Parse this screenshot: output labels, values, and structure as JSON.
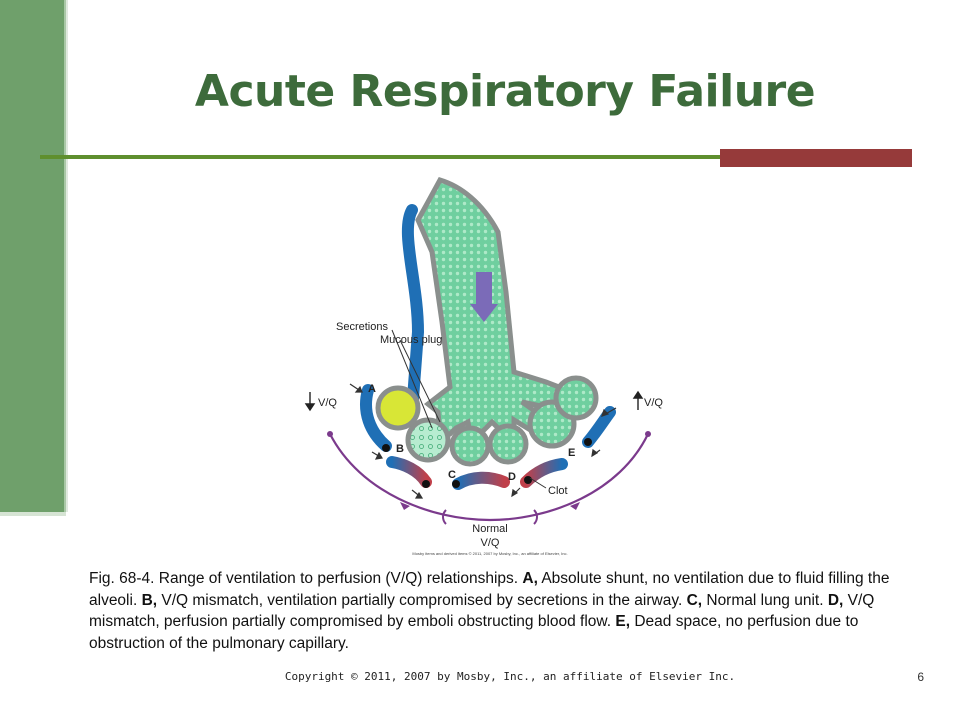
{
  "slide": {
    "title": "Acute Respiratory Failure",
    "page_number": "6",
    "copyright": "Copyright © 2011, 2007 by Mosby, Inc., an affiliate of Elsevier Inc."
  },
  "colors": {
    "accent_green": "#6fa06b",
    "title_green": "#3d6b3b",
    "rule_green": "#5f8f2e",
    "rule_red": "#963a3a",
    "airway_fill": "#6fcf9f",
    "blood_blue": "#1f6fb5",
    "blood_red": "#c0404a",
    "arc_purple": "#7b3a8c",
    "plug_yellow": "#d8e636"
  },
  "figure": {
    "labels": {
      "secretions": "Secretions",
      "mucous_plug": "Mucous plug",
      "a": "A",
      "b": "B",
      "c": "C",
      "d": "D",
      "e": "E",
      "clot": "Clot",
      "vq_left": "V/Q",
      "vq_right": "V/Q",
      "normal": "Normal",
      "normal_vq": "V/Q",
      "credit": "Mosby items and derived items © 2011, 2007 by Mosby, Inc., an affiliate of Elsevier, Inc."
    }
  },
  "caption": {
    "fig": "Fig. 68-4. Range of ventilation to perfusion (V/Q) relationships. ",
    "a_label": "A,",
    "a_text": " Absolute shunt, no ventilation due to fluid filling the alveoli. ",
    "b_label": "B,",
    "b_text": " V/Q mismatch, ventilation partially compromised by secretions in the airway. ",
    "c_label": "C,",
    "c_text": " Normal lung unit. ",
    "d_label": "D,",
    "d_text": " V/Q mismatch, perfusion partially compromised by emboli obstructing blood flow. ",
    "e_label": "E,",
    "e_text": " Dead space, no perfusion due to obstruction of the pulmonary capillary."
  }
}
